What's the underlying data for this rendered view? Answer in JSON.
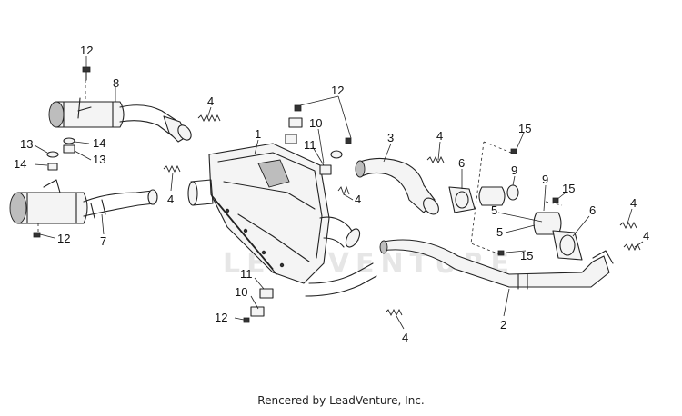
{
  "watermark": "LEADVENTURE",
  "footer": "Rencered by LeadVenture, Inc.",
  "callouts": [
    {
      "id": "c12a",
      "label": "12"
    },
    {
      "id": "c8",
      "label": "8"
    },
    {
      "id": "c14a",
      "label": "14"
    },
    {
      "id": "c13a",
      "label": "13"
    },
    {
      "id": "c13b",
      "label": "13"
    },
    {
      "id": "c14b",
      "label": "14"
    },
    {
      "id": "c4a",
      "label": "4"
    },
    {
      "id": "c4b",
      "label": "4"
    },
    {
      "id": "c12b",
      "label": "12"
    },
    {
      "id": "c7",
      "label": "7"
    },
    {
      "id": "c12c",
      "label": "12"
    },
    {
      "id": "c1",
      "label": "1"
    },
    {
      "id": "c10a",
      "label": "10"
    },
    {
      "id": "c11a",
      "label": "11"
    },
    {
      "id": "c4c",
      "label": "4"
    },
    {
      "id": "c3",
      "label": "3"
    },
    {
      "id": "c4d",
      "label": "4"
    },
    {
      "id": "c6a",
      "label": "6"
    },
    {
      "id": "c15a",
      "label": "15"
    },
    {
      "id": "c9a",
      "label": "9"
    },
    {
      "id": "c9b",
      "label": "9"
    },
    {
      "id": "c15b",
      "label": "15"
    },
    {
      "id": "c5a",
      "label": "5"
    },
    {
      "id": "c5b",
      "label": "5"
    },
    {
      "id": "c15c",
      "label": "15"
    },
    {
      "id": "c6b",
      "label": "6"
    },
    {
      "id": "c4e",
      "label": "4"
    },
    {
      "id": "c4f",
      "label": "4"
    },
    {
      "id": "c2",
      "label": "2"
    },
    {
      "id": "c4g",
      "label": "4"
    },
    {
      "id": "c11b",
      "label": "11"
    },
    {
      "id": "c10b",
      "label": "10"
    },
    {
      "id": "c12d",
      "label": "12"
    }
  ]
}
